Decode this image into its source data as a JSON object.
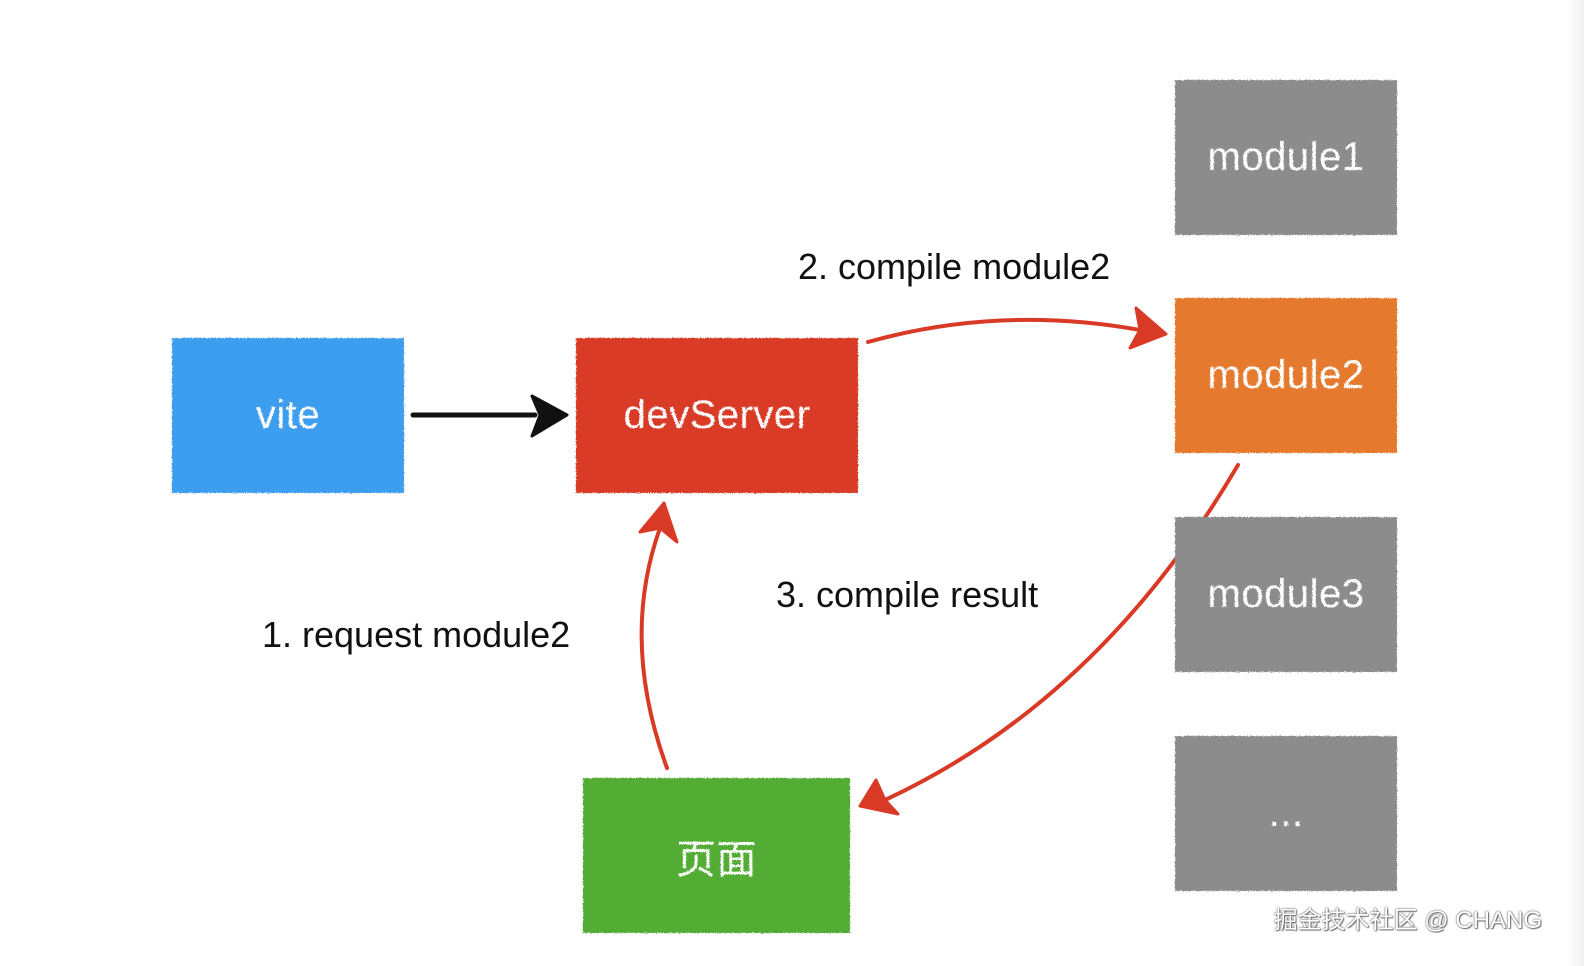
{
  "nodes": {
    "vite": "vite",
    "devserver": "devServer",
    "page": "页面",
    "module1": "module1",
    "module2": "module2",
    "module3": "module3",
    "more": "..."
  },
  "edges": {
    "step1": "1. request module2",
    "step2": "2. compile module2",
    "step3": "3. compile result"
  },
  "colors": {
    "vite": "#3d9ef0",
    "devserver": "#d93a26",
    "page": "#53ad35",
    "module_active": "#e57a2e",
    "module_idle": "#8c8c8c",
    "arrow_red": "#d93a26",
    "arrow_black": "#111111"
  },
  "watermark": "掘金技术社区 @ CHANG"
}
